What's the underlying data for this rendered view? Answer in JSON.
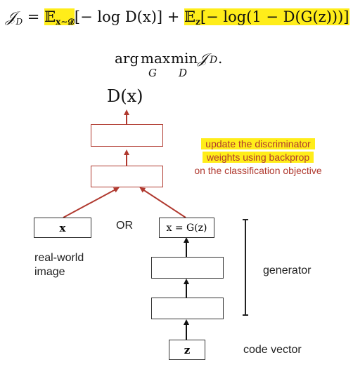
{
  "equations": {
    "loss": {
      "lhs": "𝒥",
      "lhs_sub": "D",
      "equals": " = ",
      "term1_E": "𝔼",
      "term1_sub": "x∼𝒟",
      "term1_body": "[− log D(x)]",
      "plus": " + ",
      "term2_E": "𝔼",
      "term2_sub": "z",
      "term2_body": "[− log(1 − D(G(z)))]"
    },
    "objective": {
      "arg": "arg",
      "max": "max",
      "max_under": "G",
      "min": "min",
      "min_under": "D",
      "target": "𝒥",
      "target_sub": "D",
      "period": "."
    }
  },
  "diagram": {
    "output_label": "D(x)",
    "annotation_lines": [
      "update the discriminator",
      "weights using backprop",
      "on the classification objective"
    ],
    "real_box_label": "x",
    "or_label": "OR",
    "generated_box_label": "x = G(z)",
    "real_caption_lines": [
      "real-world",
      "image"
    ],
    "generator_label": "generator",
    "code_box_label": "z",
    "code_caption": "code vector"
  },
  "colors": {
    "highlight": "#ffed1a",
    "discriminator": "#b0392f",
    "generator": "#333333"
  }
}
